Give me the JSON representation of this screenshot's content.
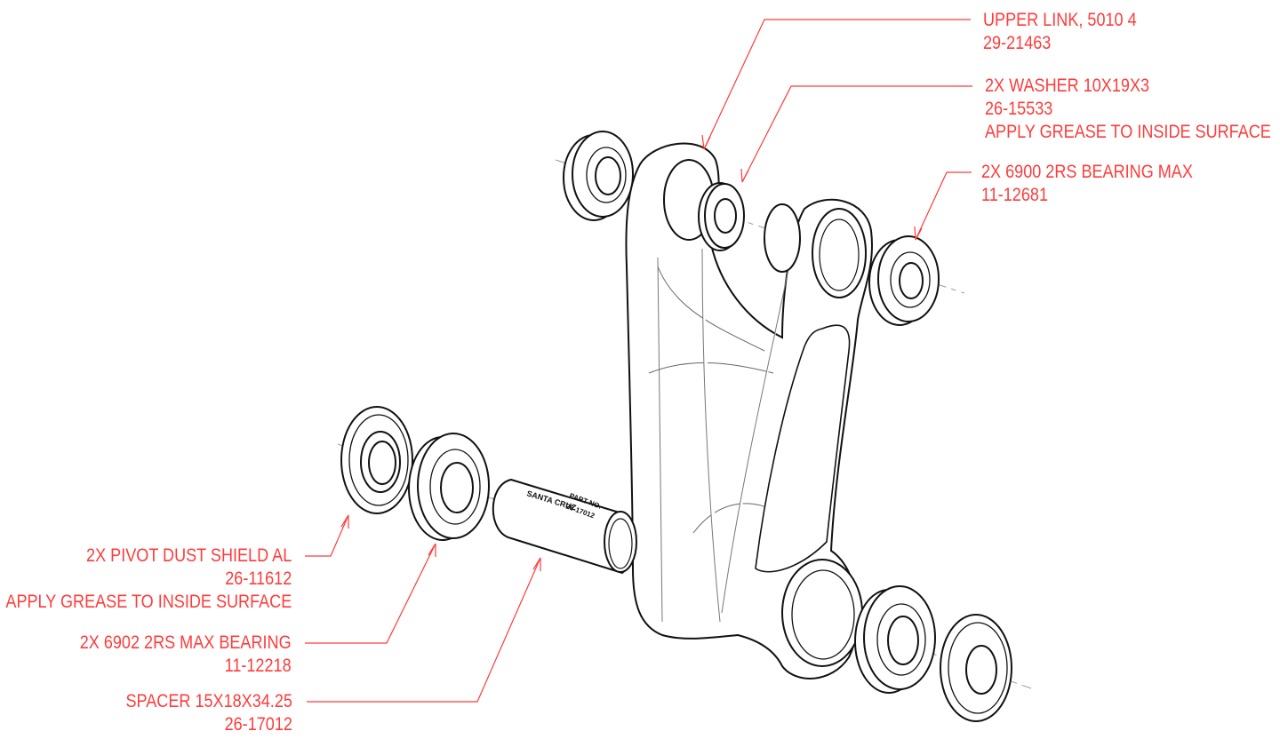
{
  "callouts": {
    "upper_link": {
      "name": "UPPER LINK, 5010 4",
      "part": "29-21463"
    },
    "washer": {
      "name": "2X WASHER 10X19X3",
      "part": "26-15533",
      "note": "APPLY GREASE TO INSIDE SURFACE"
    },
    "bearing_6900": {
      "name": "2X 6900 2RS BEARING MAX",
      "part": "11-12681"
    },
    "dust_shield": {
      "name": "2X PIVOT DUST SHIELD AL",
      "part": "26-11612",
      "note": "APPLY GREASE TO INSIDE SURFACE"
    },
    "bearing_6902": {
      "name": "2X 6902 2RS MAX BEARING",
      "part": "11-12218"
    },
    "spacer": {
      "name": "SPACER 15X18X34.25",
      "part": "26-17012"
    }
  },
  "spacer_marking": {
    "brand": "SANTA CRUZ",
    "part_label": "PART NO.",
    "part_no": "26-17012"
  },
  "colors": {
    "callout": "#ff3b3b",
    "linework": "#111111"
  }
}
